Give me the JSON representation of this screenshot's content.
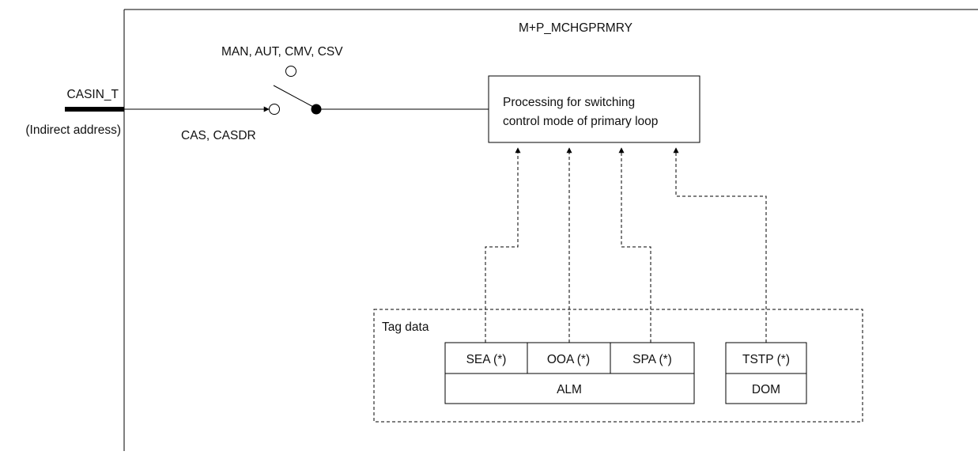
{
  "block": {
    "title": "M+P_MCHGPRMRY",
    "input_name": "CASIN_T",
    "input_note": "(Indirect address)"
  },
  "switch": {
    "top_label": "MAN, AUT, CMV, CSV",
    "bottom_label": "CAS, CASDR"
  },
  "process": {
    "line1": "Processing for switching",
    "line2": "control mode of primary loop"
  },
  "tag_data": {
    "label": "Tag data",
    "alm_fields": [
      "SEA (*)",
      "OOA (*)",
      "SPA (*)"
    ],
    "alm_label": "ALM",
    "dom_field": "TSTP (*)",
    "dom_label": "DOM"
  }
}
